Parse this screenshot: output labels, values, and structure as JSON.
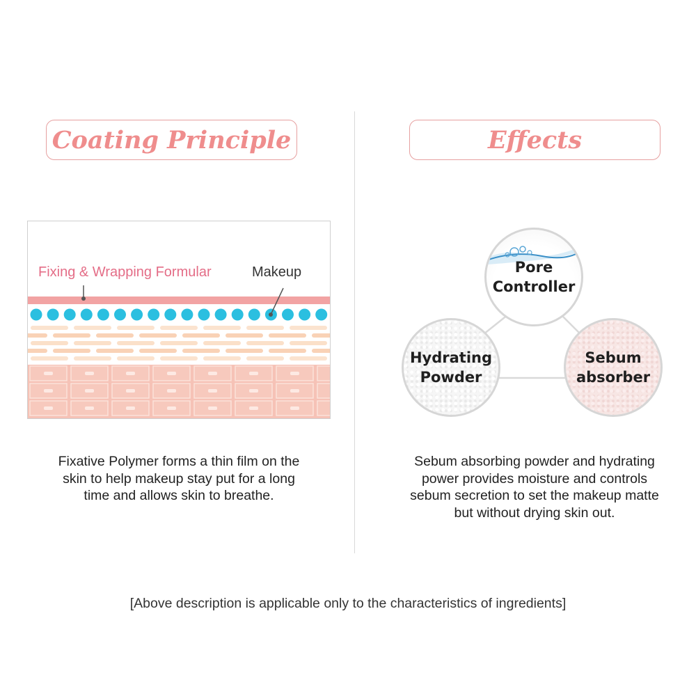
{
  "left_panel": {
    "title": "Coating Principle",
    "diagram": {
      "label_fixing": "Fixing & Wrapping Formular",
      "label_makeup": "Makeup"
    },
    "description_lines": [
      "Fixative Polymer forms a thin film on the",
      "skin to help makeup stay put for a long",
      "time and allows skin to breathe."
    ]
  },
  "right_panel": {
    "title": "Effects",
    "circles": {
      "top": {
        "line1": "Pore",
        "line2": "Controller"
      },
      "left": {
        "line1": "Hydrating",
        "line2": "Powder"
      },
      "right": {
        "line1": "Sebum",
        "line2": "absorber"
      }
    },
    "description_lines": [
      "Sebum absorbing powder and hydrating",
      "power provides moisture and controls",
      "sebum secretion to set the makeup matte",
      "but without drying skin out."
    ]
  },
  "footnote": "[Above description is applicable only to the characteristics of ingredients]",
  "colors": {
    "title_text": "#ef8d8d",
    "title_border": "#e6a0a0",
    "film_layer": "#f2a3a3",
    "makeup_dots": "#2bbfe0",
    "fixing_label": "#e46d87"
  }
}
